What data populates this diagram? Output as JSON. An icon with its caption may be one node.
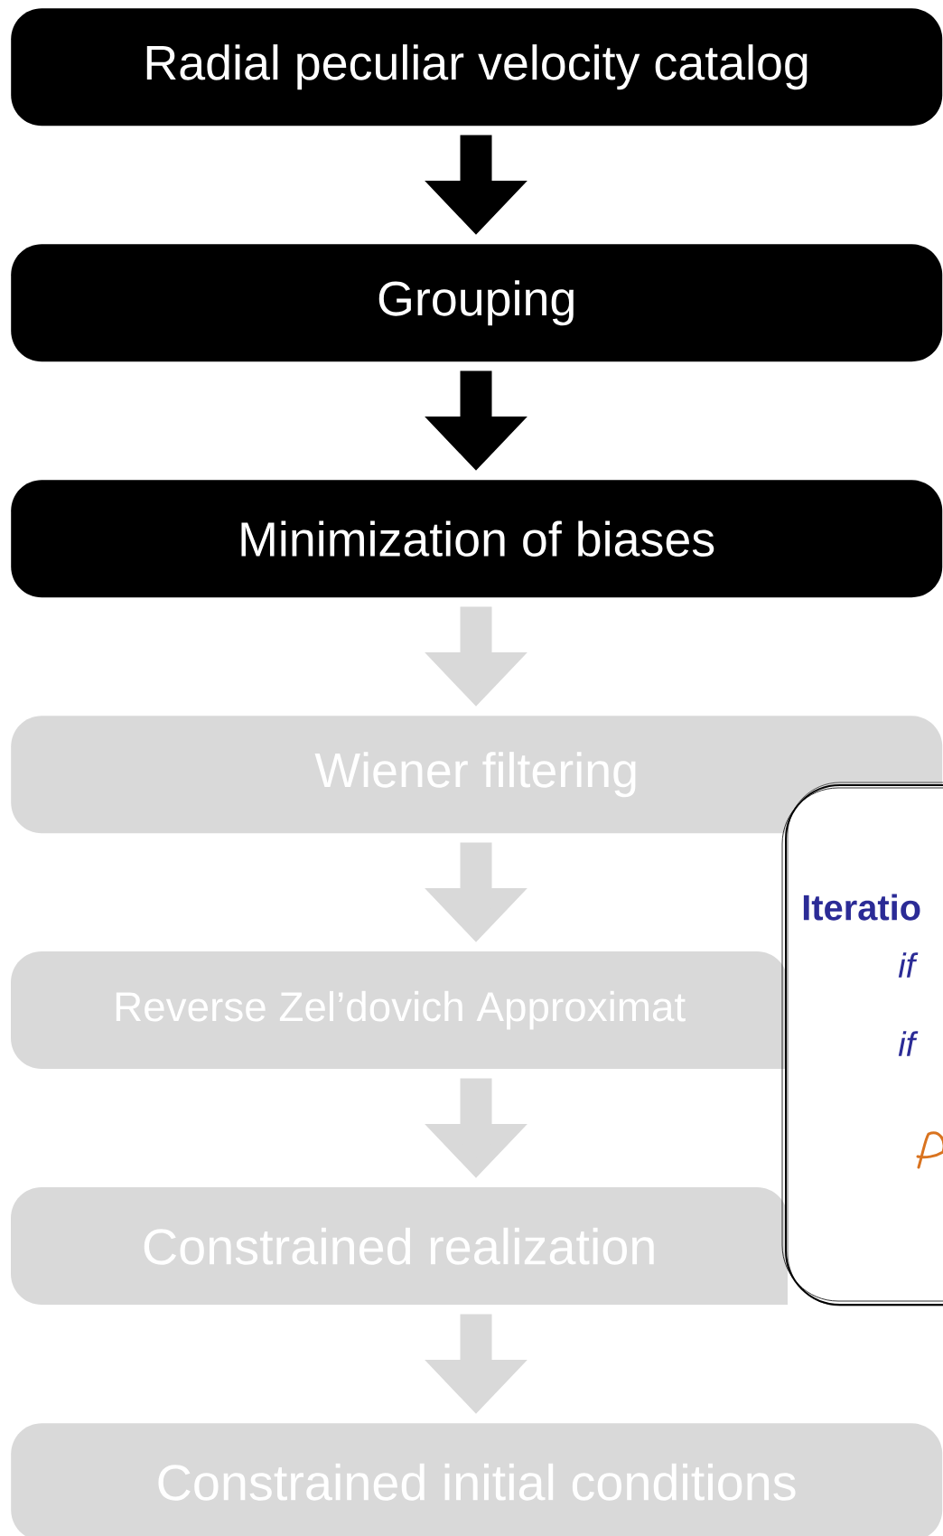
{
  "diagram": {
    "nodes": [
      {
        "text": [
          "Radial peculiar velocity catalog"
        ]
      },
      {
        "text": [
          "Grouping"
        ]
      },
      {
        "text": [
          "Minimization of biases"
        ]
      },
      {
        "text": [
          "Wiener filtering"
        ]
      },
      {
        "text": [
          "Reverse Zel’dovich Approximat"
        ]
      },
      {
        "text": [
          "Constrained realization"
        ]
      },
      {
        "text": [
          "Constrained initial conditions"
        ]
      },
      {
        "text": [
          "Iteratio",
          "if",
          "if"
        ]
      }
    ],
    "edges": [
      {
        "from": 0,
        "to": 1,
        "arrow": "to",
        "color": "#000000"
      },
      {
        "from": 1,
        "to": 2,
        "arrow": "to",
        "color": "#000000"
      },
      {
        "from": 2,
        "to": 3,
        "arrow": "to"
      },
      {
        "from": 3,
        "to": 4,
        "arrow": "to"
      },
      {
        "from": 4,
        "to": 5,
        "arrow": "to"
      },
      {
        "from": 5,
        "to": 6,
        "arrow": "to"
      }
    ]
  }
}
